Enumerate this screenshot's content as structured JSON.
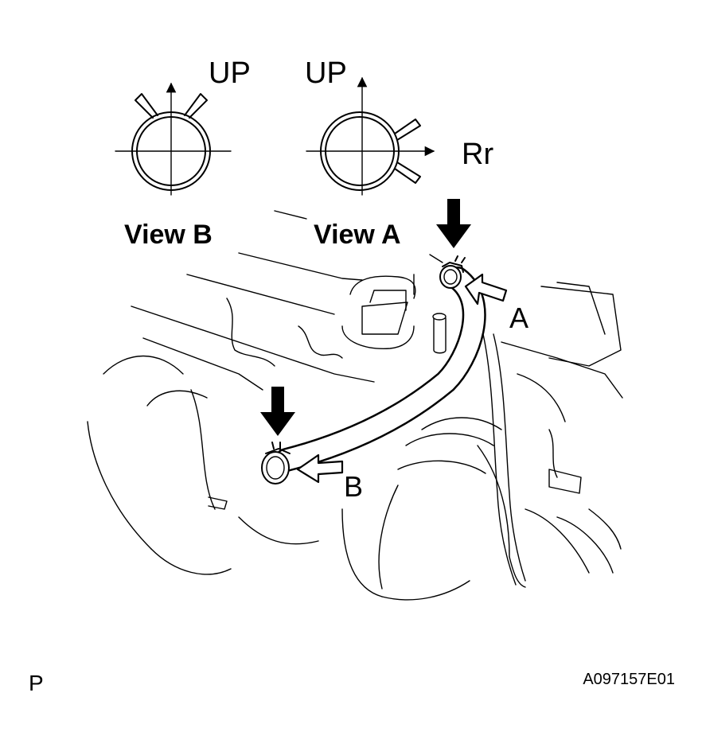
{
  "labels": {
    "view_b_up": "UP",
    "view_a_up": "UP",
    "view_a_rr": "Rr",
    "view_b_title": "View B",
    "view_a_title": "View A",
    "callout_a": "A",
    "callout_b": "B",
    "corner_code": "P",
    "figure_id": "A097157E01"
  },
  "icons": {
    "press_arrow": "arrow-down-filled-icon",
    "direction_arrow": "arrow-outline-icon"
  }
}
